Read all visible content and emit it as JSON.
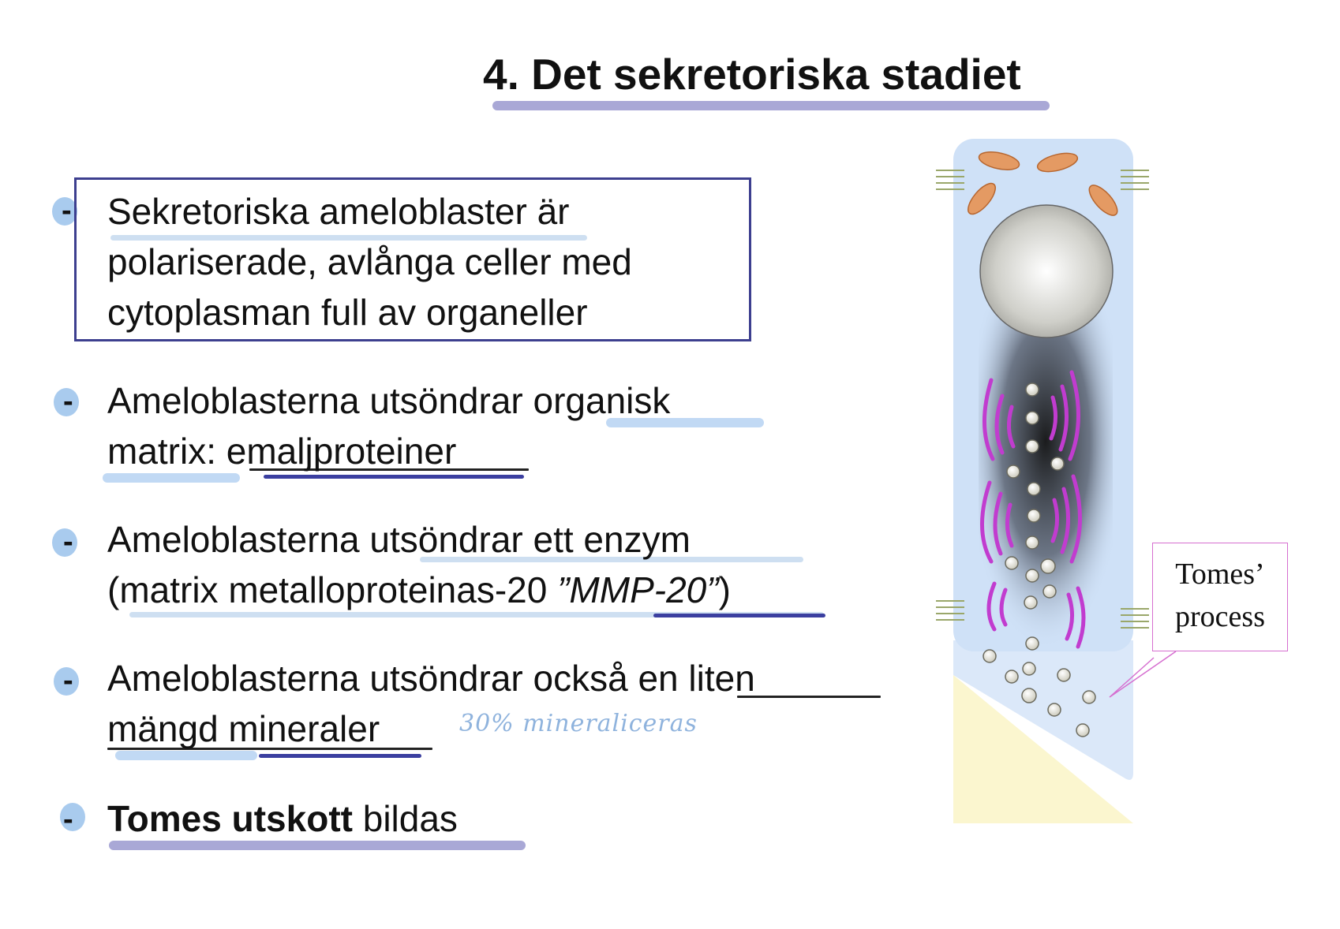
{
  "title": "4. Det sekretoriska stadiet",
  "bullets": [
    {
      "marker": "-",
      "lines": [
        "Sekretoriska ameloblaster är",
        "polariserade, avlånga celler med",
        "cytoplasman full av organeller"
      ]
    },
    {
      "marker": "-",
      "line1_a": "Ameloblasterna utsöndrar ",
      "line1_b": "organisk",
      "line2_a": "matrix: ",
      "line2_b": "emaljproteiner"
    },
    {
      "marker": "-",
      "line1": "Ameloblasterna utsöndrar ett enzym",
      "line2_a": "(matrix metalloproteinas-20 ",
      "line2_b": "”MMP-20”",
      "line2_c": ")"
    },
    {
      "marker": "-",
      "line1_a": "Ameloblasterna utsöndrar också ",
      "line1_b": "en liten",
      "line2": "mängd mineraler"
    },
    {
      "marker": "-",
      "bold": "Tomes utskott",
      "rest": " bildas"
    }
  ],
  "handwritten_note": "30% mineraliceras",
  "diagram": {
    "callout_line1": "Tomes’",
    "callout_line2": "process"
  },
  "colors": {
    "title_underline": "#a9a8d6",
    "box_border": "#3d3f8f",
    "highlight_light_blue": "#b6d2f2",
    "underline_dark_blue": "#3b3fa0",
    "golgi": "#c13ccf",
    "mitochondria": "#e49a63",
    "cell_body": "#cfe1f7",
    "enamel": "#fbf6cf",
    "callout_border": "#d66fd0"
  }
}
